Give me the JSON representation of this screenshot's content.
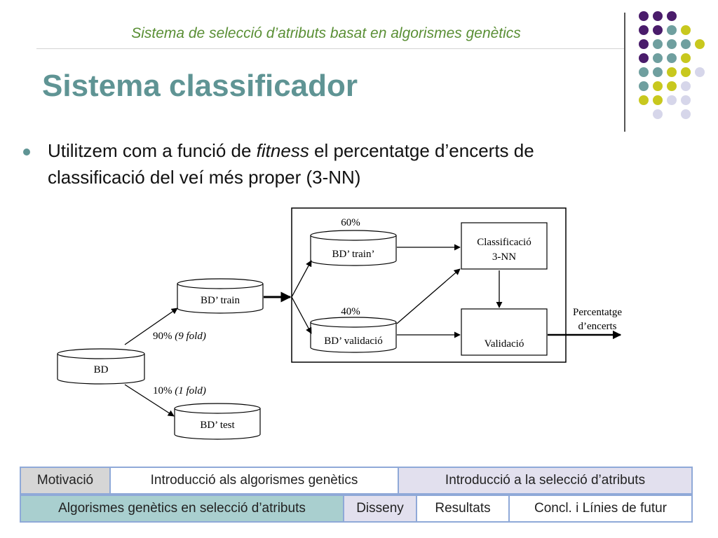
{
  "header": {
    "subtitle": "Sistema de selecció d’atributs basat en algorismes genètics"
  },
  "slide": {
    "title": "Sistema classificador",
    "bullet_parts": [
      "Utilitzem com a funció de ",
      "fitness",
      " el percentatge d’encerts de classificació del veí més proper (3-NN)"
    ]
  },
  "diagram": {
    "db": "BD",
    "db_train": "BD’ train",
    "db_test": "BD’ test",
    "split_train": "90%",
    "split_train_fold": "(9 fold)",
    "split_test": "10%",
    "split_test_fold": "(1 fold)",
    "inner_train_pct": "60%",
    "inner_train": "BD’ train’",
    "inner_valid_pct": "40%",
    "inner_valid": "BD’ validació",
    "classifier_line1": "Classificació",
    "classifier_line2": "3-NN",
    "validation": "Validació",
    "output_line1": "Percentatge",
    "output_line2": "d’encerts"
  },
  "nav": {
    "row1": [
      "Motivació",
      "Introducció als algorismes genètics",
      "Introducció a la selecció d’atributs"
    ],
    "row2": [
      "Algorismes genètics en selecció d’atributs",
      "Disseny",
      "Resultats",
      "Concl. i Línies de futur"
    ]
  },
  "colors": {
    "purple": "#4a1c6b",
    "teal": "#6f9f9f",
    "yellow": "#c8c81e",
    "lavender": "#d6d6ea",
    "title": "#5f9494",
    "header_text": "#5a8f35"
  }
}
